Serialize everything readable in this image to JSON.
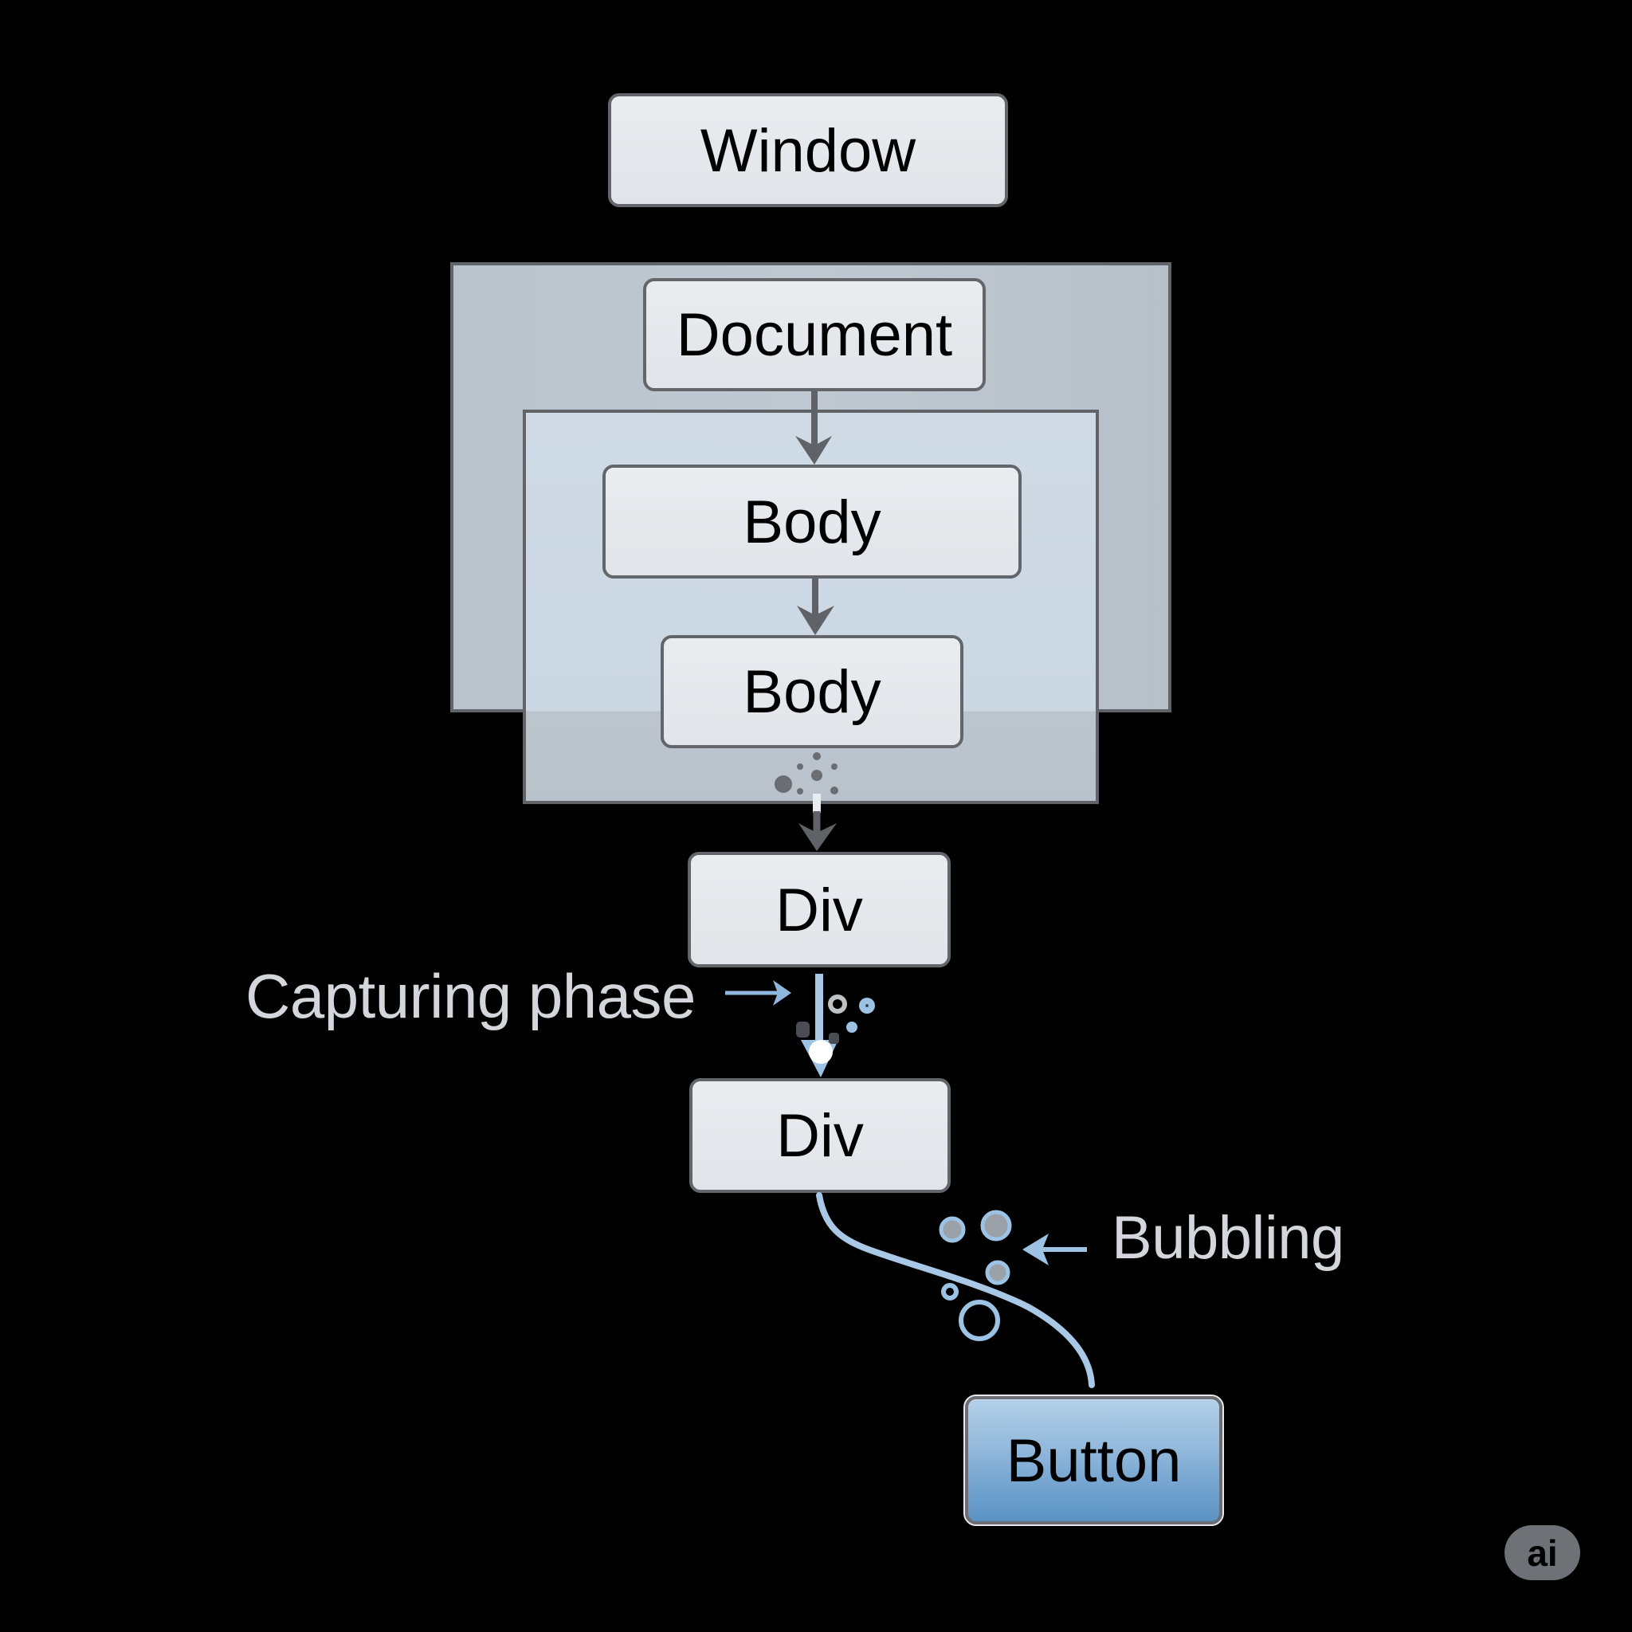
{
  "diagram": {
    "title": "DOM event propagation",
    "nodes": {
      "window": "Window",
      "document": "Document",
      "body_1": "Body",
      "body_2": "Body",
      "div_1": "Div",
      "div_2": "Div",
      "button": "Button"
    },
    "labels": {
      "capturing": "Capturing phase",
      "bubbling": "Bubbling"
    },
    "badge": "ai",
    "colors": {
      "background": "#000000",
      "node_fill": "#e3e6ea",
      "node_border": "#62666a",
      "outer_container": "#bac2cb",
      "inner_container": "#cdd8e3",
      "arrow_gray": "#5f6368",
      "flow_blue": "#a8c8e6",
      "button_top": "#b3d0e8",
      "button_bottom": "#5a92c3",
      "label_text": "#d3d7db"
    },
    "edges": [
      {
        "from": "document",
        "to": "body_1",
        "style": "gray-arrow"
      },
      {
        "from": "body_1",
        "to": "body_2",
        "style": "gray-arrow"
      },
      {
        "from": "body_2",
        "to": "div_1",
        "style": "gray-arrow"
      },
      {
        "from": "div_1",
        "to": "div_2",
        "style": "blue-arrow",
        "label": "capturing"
      },
      {
        "from": "button",
        "to": "div_2",
        "style": "blue-curve",
        "label": "bubbling"
      }
    ]
  }
}
